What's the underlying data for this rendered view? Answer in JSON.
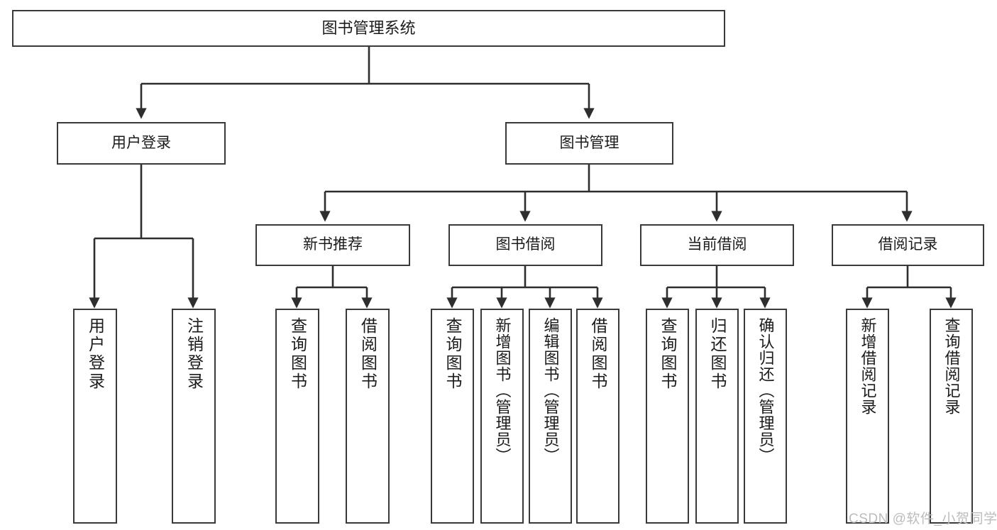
{
  "diagram": {
    "title": "图书管理系统",
    "type": "hierarchy-tree",
    "background_color": "#ffffff",
    "box_border_color": "#3a3a3a",
    "edge_color": "#2e2e2e",
    "text_color": "#1b1b1b"
  },
  "nodes": {
    "root": {
      "label": "图书管理系统"
    },
    "level1": [
      {
        "label": "用户登录"
      },
      {
        "label": "图书管理"
      }
    ],
    "level2": [
      {
        "label": "新书推荐"
      },
      {
        "label": "图书借阅"
      },
      {
        "label": "当前借阅"
      },
      {
        "label": "借阅记录"
      }
    ],
    "leaves": {
      "user_login": [
        {
          "label": "用户登录"
        },
        {
          "label": "注销登录"
        }
      ],
      "new_book_recommend": [
        {
          "label": "查询图书"
        },
        {
          "label": "借阅图书"
        }
      ],
      "book_borrow": [
        {
          "label": "查询图书"
        },
        {
          "label": "新增图书（管理员）"
        },
        {
          "label": "编辑图书（管理员）"
        },
        {
          "label": "借阅图书"
        }
      ],
      "current_borrow": [
        {
          "label": "查询图书"
        },
        {
          "label": "归还图书"
        },
        {
          "label": "确认归还（管理员）"
        }
      ],
      "borrow_record": [
        {
          "label": "新增借阅记录"
        },
        {
          "label": "查询借阅记录"
        }
      ]
    }
  },
  "watermark": {
    "text": "CSDN @软件_小贺同学"
  }
}
